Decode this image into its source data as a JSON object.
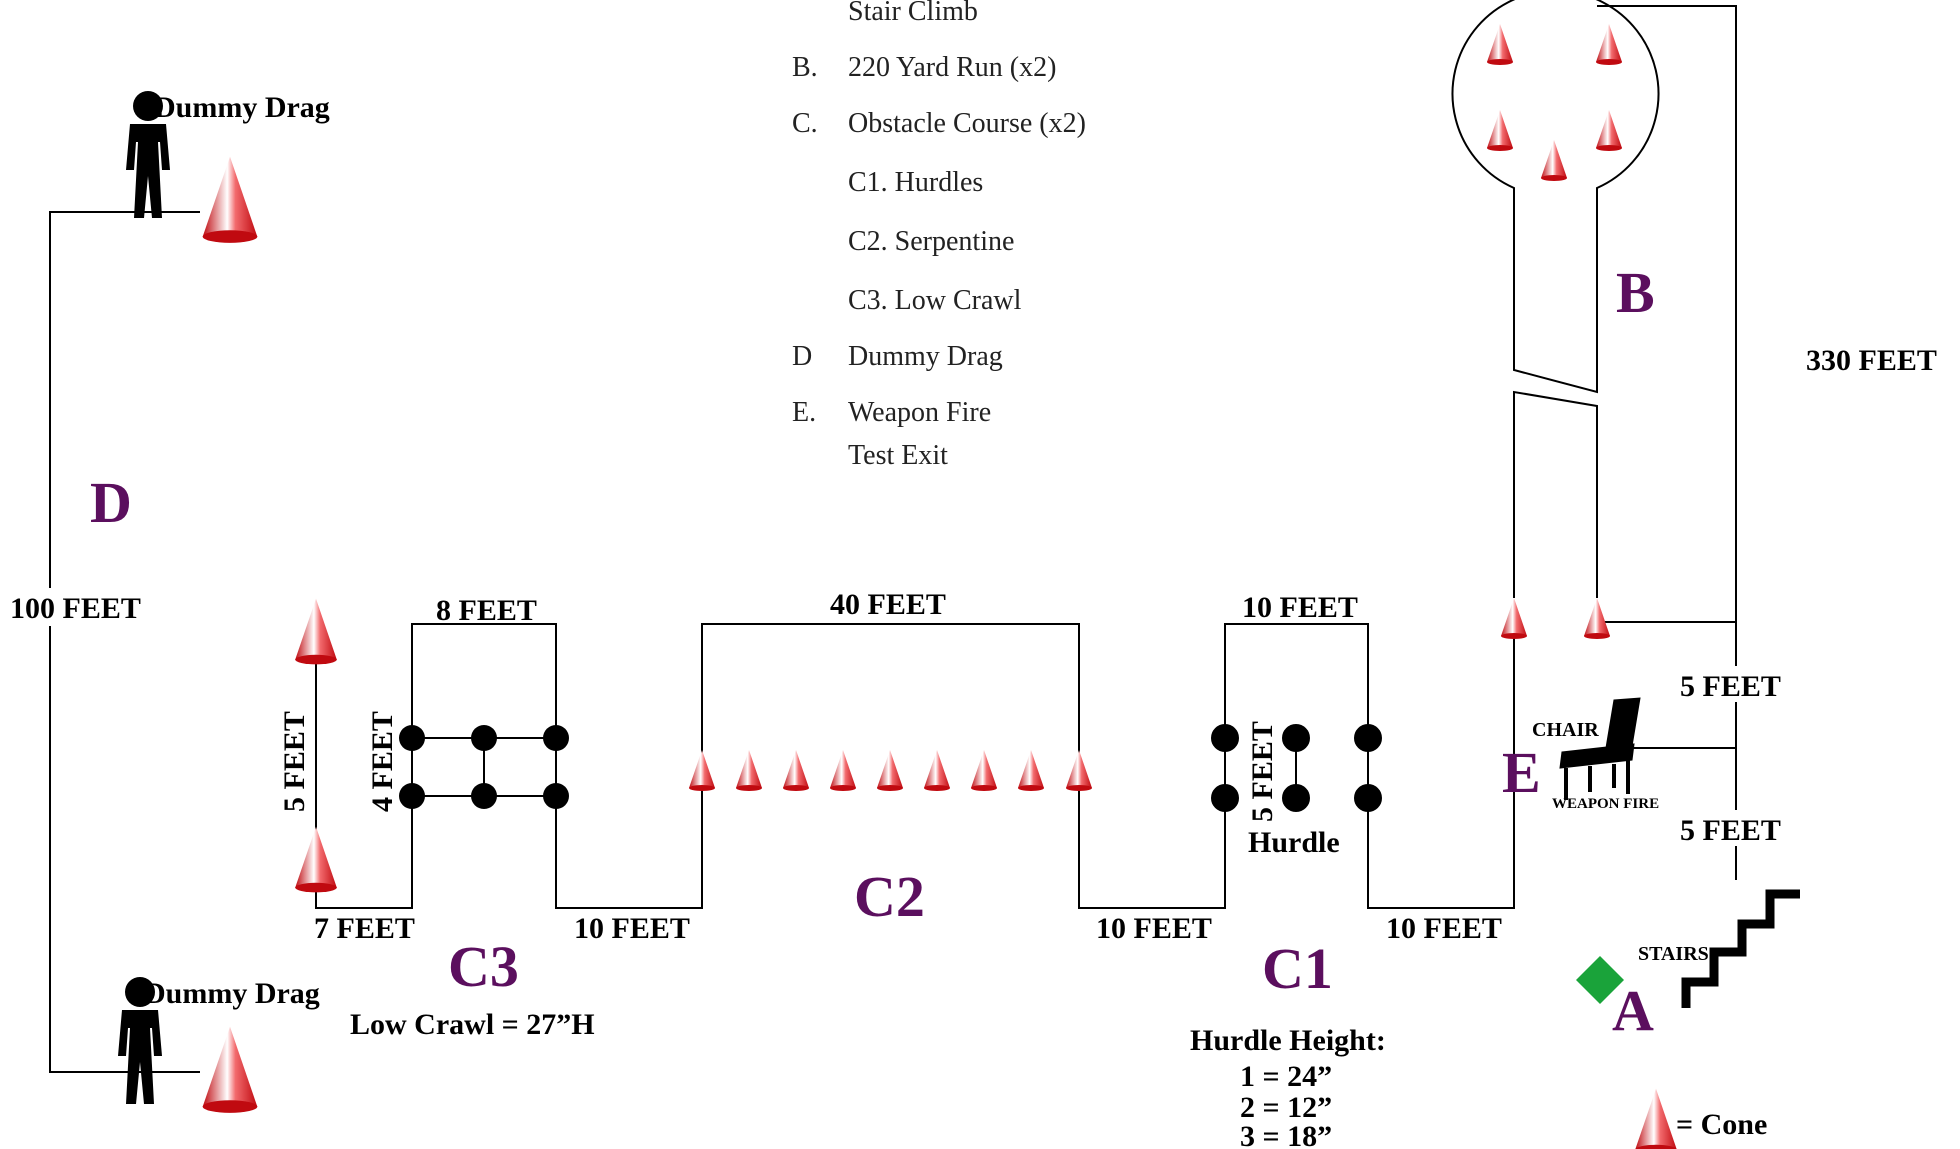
{
  "legend": {
    "stair_climb": "Stair Climb",
    "b_letter": "B.",
    "b_text": "220 Yard Run (x2)",
    "c_letter": "C.",
    "c_text": "Obstacle Course (x2)",
    "c1_text": "C1. Hurdles",
    "c2_text": "C2. Serpentine",
    "c3_text": "C3. Low Crawl",
    "d_letter": "D",
    "d_text": "Dummy Drag",
    "e_letter": "E.",
    "e_text": "Weapon Fire",
    "test_exit": "Test Exit"
  },
  "sections": {
    "a": "A",
    "b": "B",
    "c1": "C1",
    "c2": "C2",
    "c3": "C3",
    "d": "D",
    "e": "E"
  },
  "dimensions": {
    "d_100": "100 FEET",
    "c3_8": "8 FEET",
    "c3_5": "5 FEET",
    "c3_4": "4 FEET",
    "c3_7": "7 FEET",
    "c3_10": "10 FEET",
    "c2_40": "40 FEET",
    "c2_10": "10 FEET",
    "c1_10_top": "10 FEET",
    "c1_5": "5 FEET",
    "c1_10": "10 FEET",
    "b_330": "330 FEET",
    "e_5_top": "5 FEET",
    "e_5_bottom": "5 FEET"
  },
  "labels": {
    "dummy_drag_top": "Dummy Drag",
    "dummy_drag_bottom": "Dummy Drag",
    "hurdle": "Hurdle",
    "low_crawl": "Low Crawl = 27”H",
    "hurdle_height_title": "Hurdle Height:",
    "hurdle_1": "1 = 24”",
    "hurdle_2": "2 = 12”",
    "hurdle_3": "3 = 18”",
    "chair": "CHAIR",
    "weapon_fire": "WEAPON FIRE",
    "stairs": "STAIRS",
    "cone_key": "= Cone"
  },
  "colors": {
    "section_letter": "#5b0f5e",
    "cone_red": "#e8141a",
    "cone_light": "#ffffff",
    "start_marker": "#1aa33a",
    "line": "#000000"
  }
}
